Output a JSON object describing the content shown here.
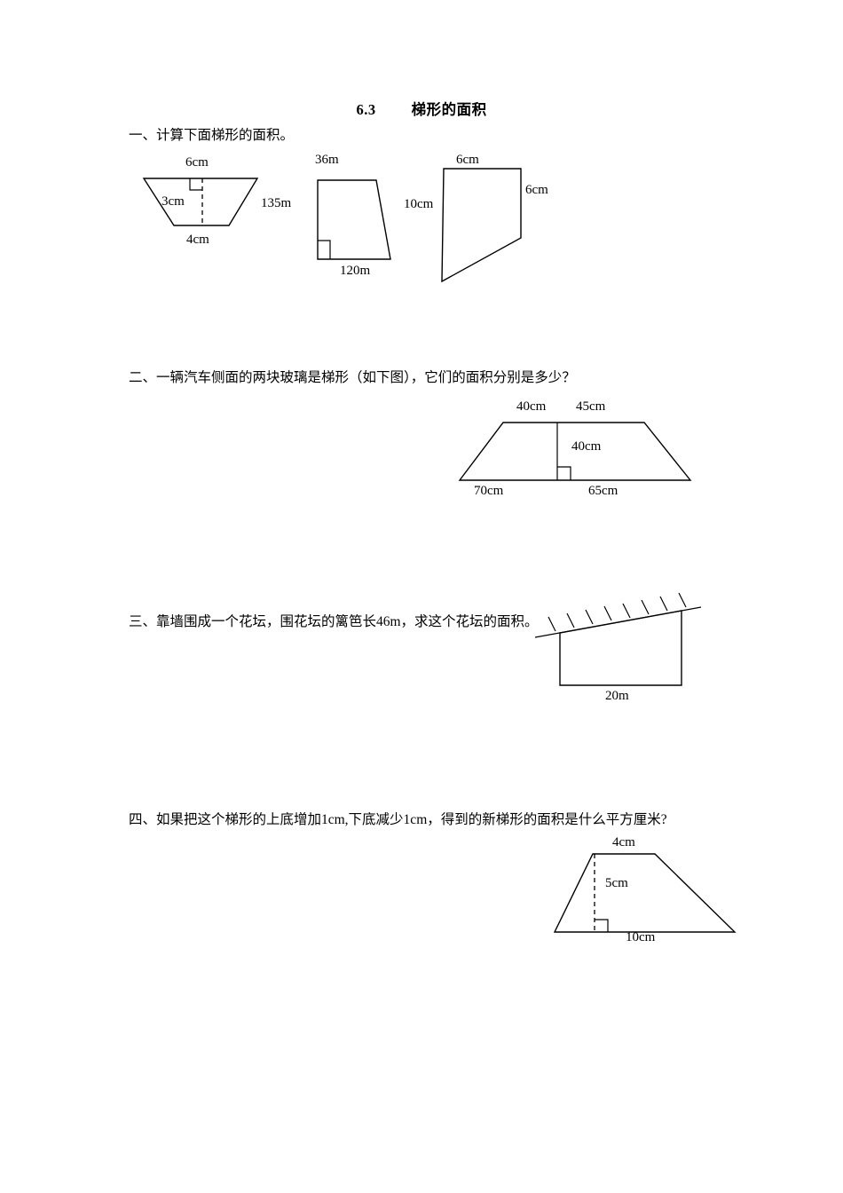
{
  "document": {
    "title_number": "6.3",
    "title_text": "梯形的面积"
  },
  "sections": [
    {
      "id": "one",
      "prompt": "一、计算下面梯形的面积。",
      "figures": [
        {
          "id": "fig-1-1",
          "shape": "trapezoid-inverted",
          "labels": {
            "top": "6cm",
            "height": "3cm",
            "bottom": "4cm"
          }
        },
        {
          "id": "fig-1-2",
          "shape": "right-trapezoid",
          "labels": {
            "top": "36m",
            "side": "135m",
            "bottom": "120m"
          }
        },
        {
          "id": "fig-1-3",
          "shape": "trapezoid-rotated",
          "labels": {
            "top": "6cm",
            "left": "10cm",
            "right": "6cm"
          }
        }
      ]
    },
    {
      "id": "two",
      "prompt": "二、一辆汽车侧面的两块玻璃是梯形（如下图），它们的面积分别是多少？",
      "figures": [
        {
          "id": "fig-2-1",
          "shape": "double-trapezoid",
          "labels": {
            "top_left": "40cm",
            "top_right": "45cm",
            "height": "40cm",
            "bottom_left": "70cm",
            "bottom_right": "65cm"
          }
        }
      ]
    },
    {
      "id": "three",
      "prompt": "三、靠墙围成一个花坛，围花坛的篱笆长46m，求这个花坛的面积。",
      "figures": [
        {
          "id": "fig-3-1",
          "shape": "trapezoid-against-wall",
          "labels": {
            "bottom": "20m"
          }
        }
      ]
    },
    {
      "id": "four",
      "prompt": "四、如果把这个梯形的上底增加1cm,下底减少1cm，得到的新梯形的面积是什么平方厘米?",
      "figures": [
        {
          "id": "fig-4-1",
          "shape": "trapezoid",
          "labels": {
            "top": "4cm",
            "height": "5cm",
            "bottom": "10cm"
          }
        }
      ]
    }
  ]
}
